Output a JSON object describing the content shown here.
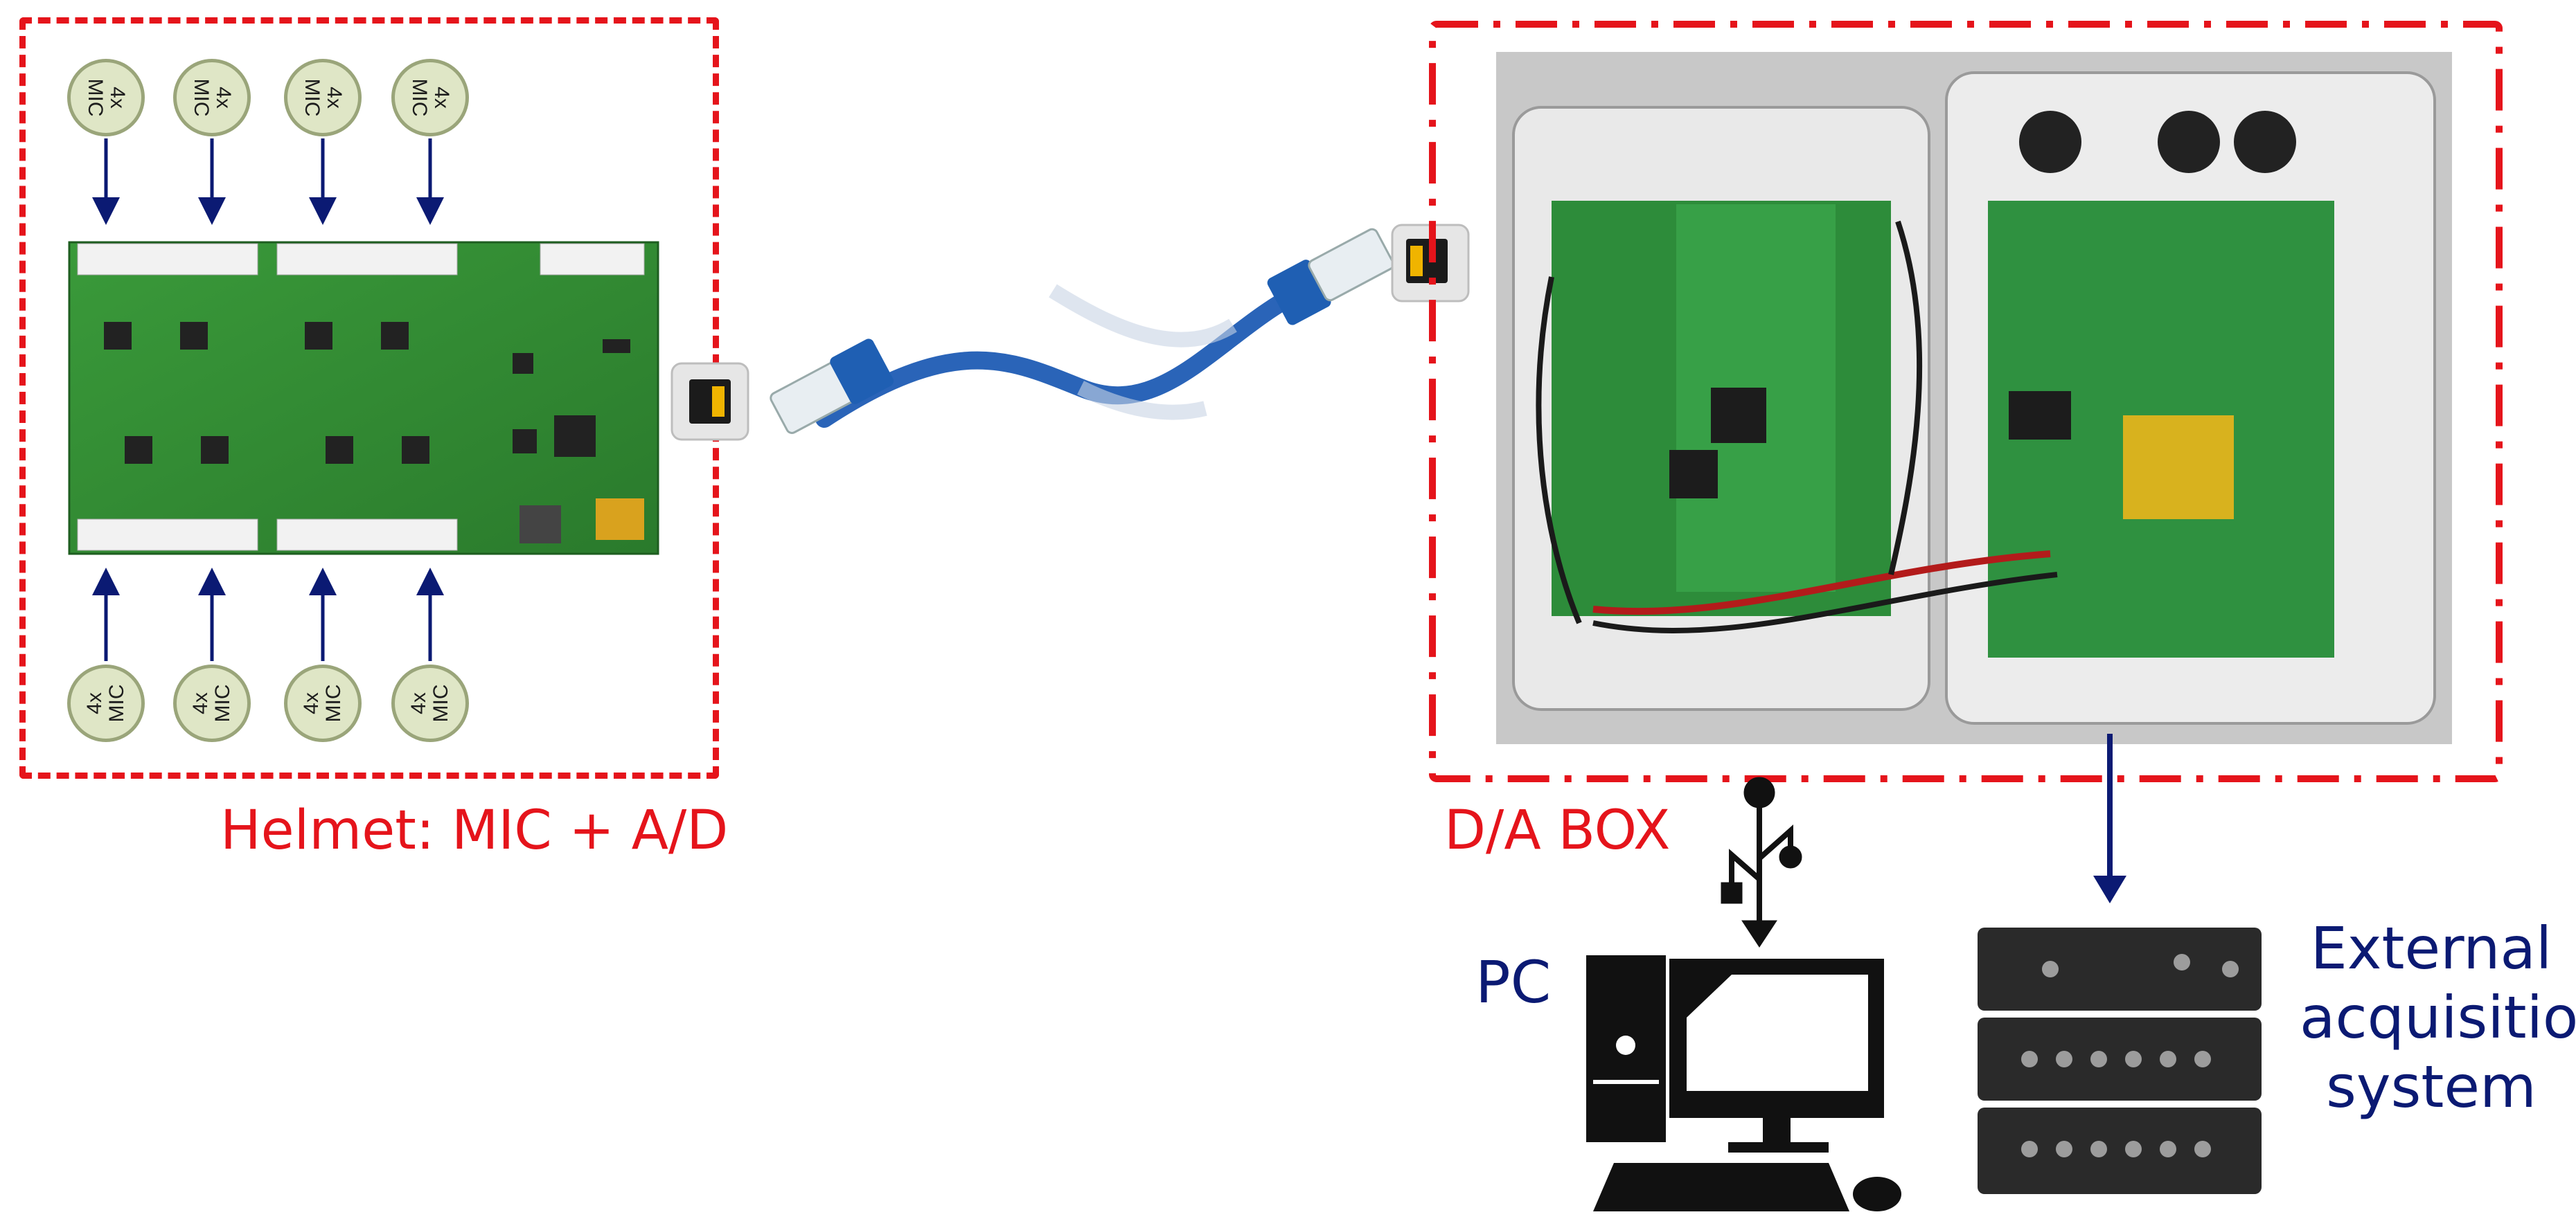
{
  "helmet": {
    "label": "Helmet: MIC + A/D",
    "mic_top": [
      {
        "count": "4x",
        "name": "MIC"
      },
      {
        "count": "4x",
        "name": "MIC"
      },
      {
        "count": "4x",
        "name": "MIC"
      },
      {
        "count": "4x",
        "name": "MIC"
      }
    ],
    "mic_bottom": [
      {
        "count": "4x",
        "name": "MIC"
      },
      {
        "count": "4x",
        "name": "MIC"
      },
      {
        "count": "4x",
        "name": "MIC"
      },
      {
        "count": "4x",
        "name": "MIC"
      }
    ]
  },
  "box": {
    "label": "D/A BOX"
  },
  "pc": {
    "label": "PC"
  },
  "external": {
    "line1": "External",
    "line2": "acquisition",
    "line3": "system"
  },
  "colors": {
    "frame": "#e5141b",
    "arrow": "#0b1a73",
    "pcb": "#2f8a2f",
    "cable": "#2a64b8"
  }
}
